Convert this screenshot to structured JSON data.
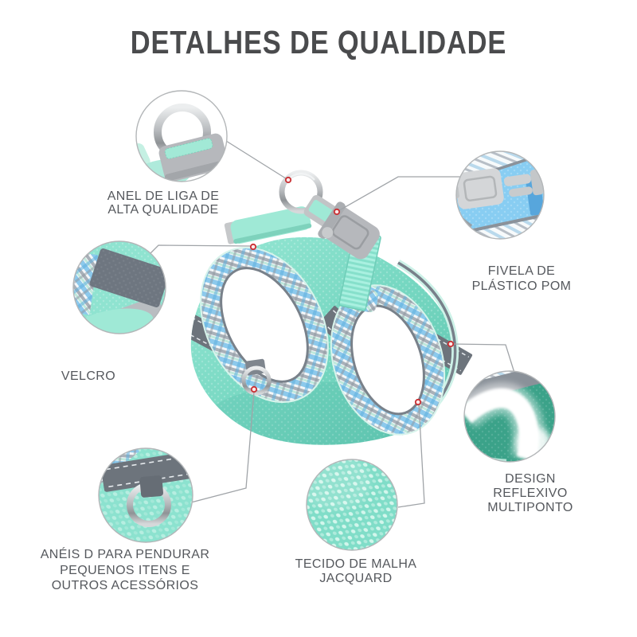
{
  "title": "DETALHES DE QUALIDADE",
  "callouts": [
    {
      "id": "anel",
      "label_lines": [
        "ANEL DE LIGA DE",
        "ALTA QUALIDADE"
      ]
    },
    {
      "id": "fivela",
      "label_lines": [
        "FIVELA DE",
        "PLÁSTICO POM"
      ]
    },
    {
      "id": "velcro",
      "label_lines": [
        "VELCRO"
      ]
    },
    {
      "id": "aneis_d",
      "label_lines": [
        "ANÉIS D PARA PENDURAR",
        "PEQUENOS ITENS E",
        "OUTROS ACESSÓRIOS"
      ]
    },
    {
      "id": "tecido",
      "label_lines": [
        "TECIDO DE MALHA",
        "JACQUARD"
      ]
    },
    {
      "id": "design",
      "label_lines": [
        "DESIGN",
        "REFLEXIVO",
        "MULTIPONTO"
      ]
    }
  ],
  "colors": {
    "background": "#ffffff",
    "title_text": "#4a4b4d",
    "label_text": "#55585d",
    "callout_line": "#a0a4a8",
    "marker_red": "#c92f33",
    "mint": "#7cdcc6",
    "mint_light": "#9fe9d6",
    "teal_dark": "#3ba289",
    "blue_mesh": "#86ccf1",
    "reflective_gray": "#6d747c",
    "buckle_gray": "#b9bbbf",
    "metal_silver": "#c9cbce"
  }
}
